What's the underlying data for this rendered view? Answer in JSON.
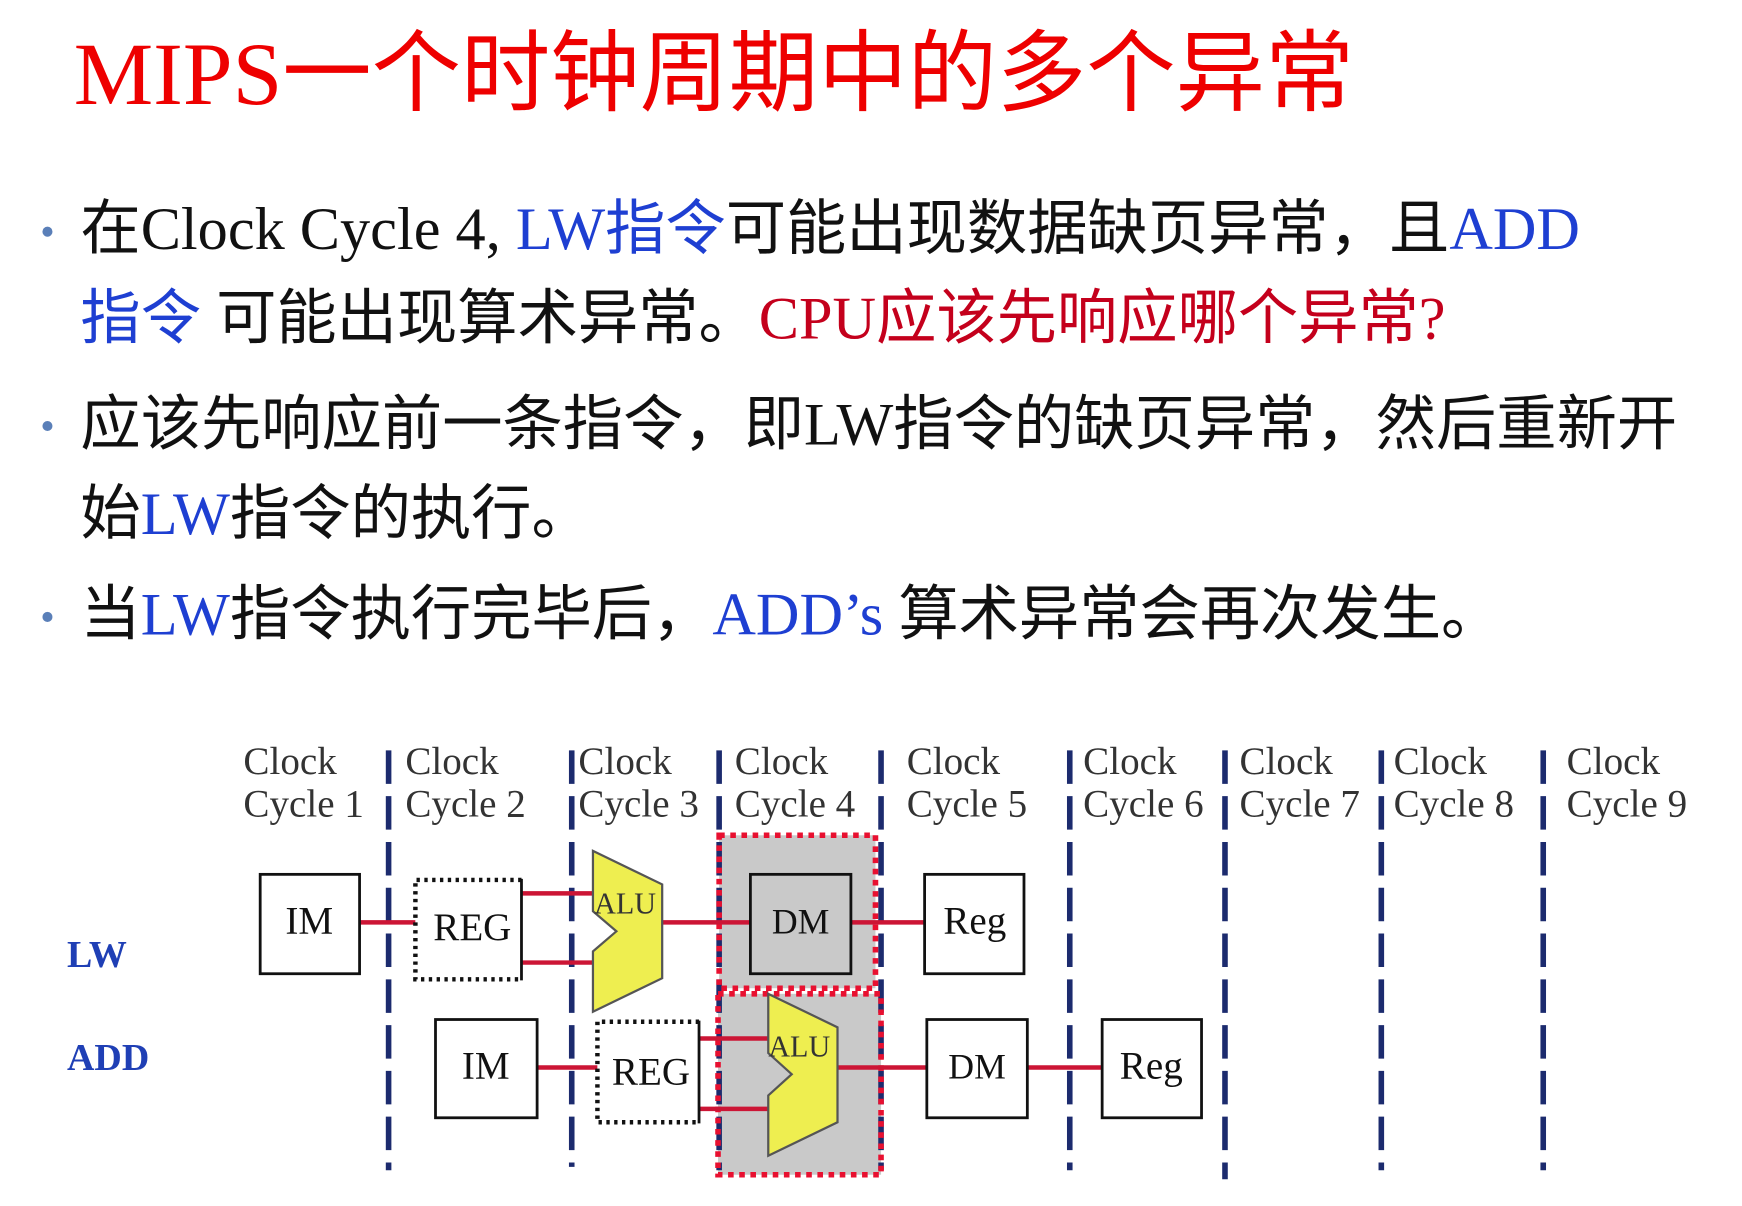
{
  "slide": {
    "title": "MIPS一个时钟周期中的多个异常",
    "title_color": "#ee0000"
  },
  "colors": {
    "text": "#111111",
    "keyword": "#1e3fd2",
    "question": "#c4001c",
    "bullet_marker": "#5a7fb8",
    "cycle_divider": "#1c2b6e",
    "pipeline_wire": "#cc1535",
    "highlight_fill": "#c9c9c9",
    "highlight_border": "#e81030",
    "alu_fill": "#eeee50",
    "row_label": "#1f3fb5"
  },
  "bullets": [
    {
      "lines": [
        [
          {
            "text": "在Clock Cycle 4, ",
            "color": "#111111"
          },
          {
            "text": "LW指令",
            "color": "#1e3fd2"
          },
          {
            "text": "可能出现数据缺页异常，且",
            "color": "#111111"
          },
          {
            "text": "ADD",
            "color": "#1e3fd2"
          }
        ],
        [
          {
            "text": "指令",
            "color": "#1e3fd2"
          },
          {
            "text": " 可能出现算术异常。",
            "color": "#111111"
          },
          {
            "text": "CPU应该先响应哪个异常?",
            "color": "#c4001c"
          }
        ]
      ]
    },
    {
      "lines": [
        [
          {
            "text": "应该先响应前一条指令，即LW指令的缺页异常，然后重新开",
            "color": "#111111"
          }
        ],
        [
          {
            "text": "始",
            "color": "#111111"
          },
          {
            "text": "LW",
            "color": "#1e3fd2"
          },
          {
            "text": "指令的执行。",
            "color": "#111111"
          }
        ]
      ]
    },
    {
      "lines": [
        [
          {
            "text": "当",
            "color": "#111111"
          },
          {
            "text": "LW",
            "color": "#1e3fd2"
          },
          {
            "text": "指令执行完毕后，",
            "color": "#111111"
          },
          {
            "text": "ADD’s",
            "color": "#1e3fd2"
          },
          {
            "text": " 算术异常会再次发生。",
            "color": "#111111"
          }
        ]
      ]
    }
  ],
  "diagram": {
    "cycles": [
      {
        "line1": "Clock",
        "line2": "Cycle 1"
      },
      {
        "line1": "Clock",
        "line2": "Cycle 2"
      },
      {
        "line1": "Clock",
        "line2": "Cycle 3"
      },
      {
        "line1": "Clock",
        "line2": "Cycle 4"
      },
      {
        "line1": "Clock",
        "line2": "Cycle 5"
      },
      {
        "line1": "Clock",
        "line2": "Cycle 6"
      },
      {
        "line1": "Clock",
        "line2": "Cycle 7"
      },
      {
        "line1": "Clock",
        "line2": "Cycle 8"
      },
      {
        "line1": "Clock",
        "line2": "Cycle 9"
      }
    ],
    "rows": [
      {
        "label": "LW",
        "stages": [
          "IM",
          "REG",
          "ALU",
          "DM",
          "Reg"
        ],
        "highlighted_stage": "DM",
        "highlighted_cycle": 4
      },
      {
        "label": "ADD",
        "stages": [
          "IM",
          "REG",
          "ALU",
          "DM",
          "Reg"
        ],
        "highlighted_stage": "ALU",
        "highlighted_cycle": 4
      }
    ]
  }
}
